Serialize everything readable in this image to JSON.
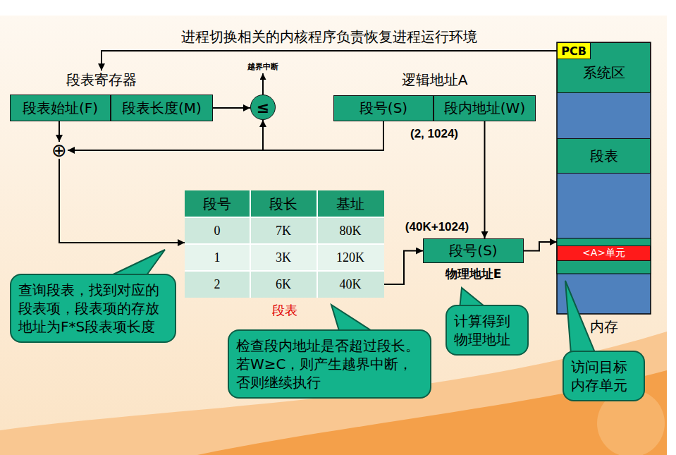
{
  "diagram": {
    "nodes": [
      {
        "text": [
          "段表寄存器"
        ]
      },
      {
        "text": [
          "段表始址(F)"
        ],
        "in": 0
      },
      {
        "text": [
          "段表长度(M)"
        ],
        "in": 0
      },
      {
        "text": [
          "≤"
        ]
      },
      {
        "text": [
          "⊕"
        ]
      },
      {
        "text": [
          "逻辑地址A"
        ]
      },
      {
        "text": [
          "段号(S)"
        ],
        "in": 5
      },
      {
        "text": [
          "段内地址(W)"
        ],
        "in": 5
      },
      {
        "text": [
          "段表"
        ]
      },
      {
        "text": [
          "段号(S)",
          "物理地址E"
        ]
      },
      {
        "text": [
          "内存"
        ]
      },
      {
        "text": [
          "系统区"
        ],
        "in": 10
      },
      {
        "text": [
          "PCB"
        ],
        "in": 11
      },
      {
        "text": [
          "段表"
        ],
        "in": 10
      },
      {
        "text": [
          "<A>单元"
        ],
        "in": 10
      },
      {
        "text": [
          "查询段表，找到对应的段表项，段表项的存放地址为F*S段表项长度"
        ]
      },
      {
        "text": [
          "检查段内地址是否超过段长。若W≥C，则产生越界中断，否则继续执行"
        ]
      },
      {
        "text": [
          "计算得到物理地址"
        ]
      },
      {
        "text": [
          "访问目标内存单元"
        ]
      }
    ],
    "edges": [
      {
        "from": 12,
        "to": 0,
        "label": "进程切换相关的内核程序负责恢复进程运行环境",
        "arrow": "to"
      },
      {
        "from": 2,
        "to": 3,
        "arrow": "to"
      },
      {
        "from": 6,
        "to": 3,
        "arrow": "to"
      },
      {
        "from": 6,
        "to": 4,
        "arrow": "to"
      },
      {
        "from": 1,
        "to": 4,
        "arrow": "to"
      },
      {
        "from": 4,
        "to": 8,
        "arrow": "to"
      },
      {
        "from": 8,
        "to": 9,
        "arrow": "to"
      },
      {
        "from": 7,
        "to": 9,
        "arrow": "to"
      },
      {
        "from": 9,
        "to": 10,
        "arrow": "to"
      }
    ],
    "labels": [
      "越界中断",
      "(2, 1024)",
      "段号",
      "段长",
      "基址",
      "0",
      "7K",
      "80K",
      "1",
      "3K",
      "120K",
      "2",
      "6K",
      "40K",
      "(40K+1024)"
    ]
  }
}
